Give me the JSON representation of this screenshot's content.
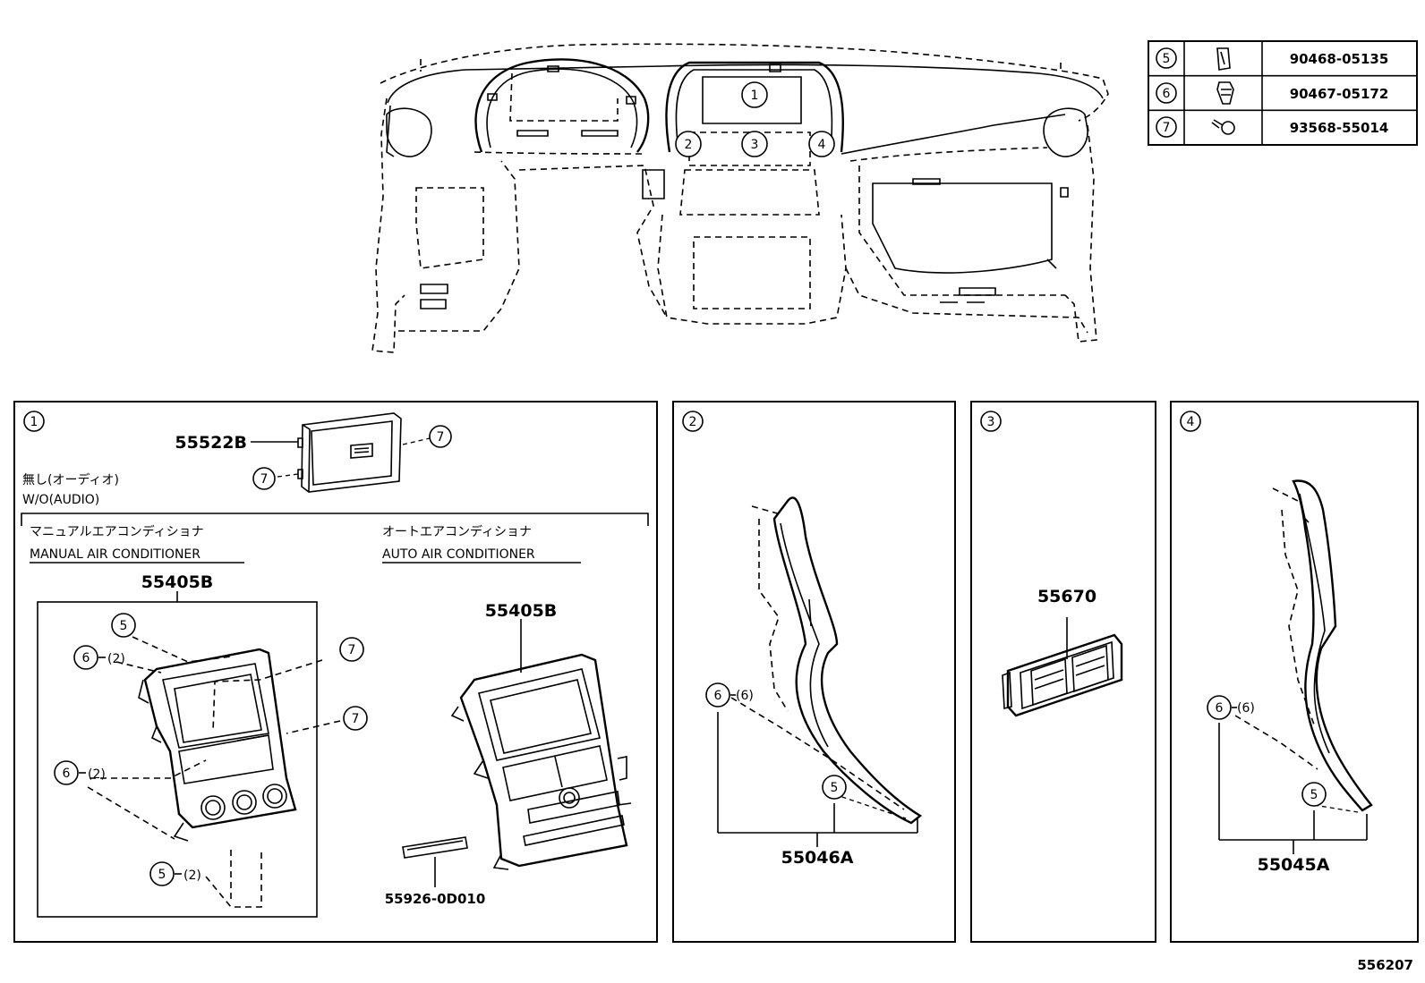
{
  "legend_table": [
    {
      "ref": "5",
      "icon": "clip-icon",
      "part_number": "90468-05135"
    },
    {
      "ref": "6",
      "icon": "grommet-clip-icon",
      "part_number": "90467-05172"
    },
    {
      "ref": "7",
      "icon": "screw-icon",
      "part_number": "93568-55014"
    }
  ],
  "dashboard_callouts": [
    "1",
    "2",
    "3",
    "4"
  ],
  "panel1": {
    "number": "1",
    "part_display": "55522B",
    "ref_7": "7",
    "wo_audio_jp": "無し(オーディオ)",
    "wo_audio_en": "W/O(AUDIO)",
    "manual_jp": "マニュアルエアコンディショナ",
    "manual_en": "MANUAL AIR CONDITIONER",
    "auto_jp": "オートエアコンディショナ",
    "auto_en": "AUTO AIR CONDITIONER",
    "part_manual": "55405B",
    "part_auto": "55405B",
    "ref_5": "5",
    "ref_6": "6",
    "qty_2": "(2)",
    "part_label": "55926-0D010"
  },
  "panel2": {
    "number": "2",
    "ref_6": "6",
    "qty": "(6)",
    "ref_5": "5",
    "part": "55046A"
  },
  "panel3": {
    "number": "3",
    "part": "55670"
  },
  "panel4": {
    "number": "4",
    "ref_6": "6",
    "qty": "(6)",
    "ref_5": "5",
    "part": "55045A"
  },
  "diagram_id": "556207"
}
